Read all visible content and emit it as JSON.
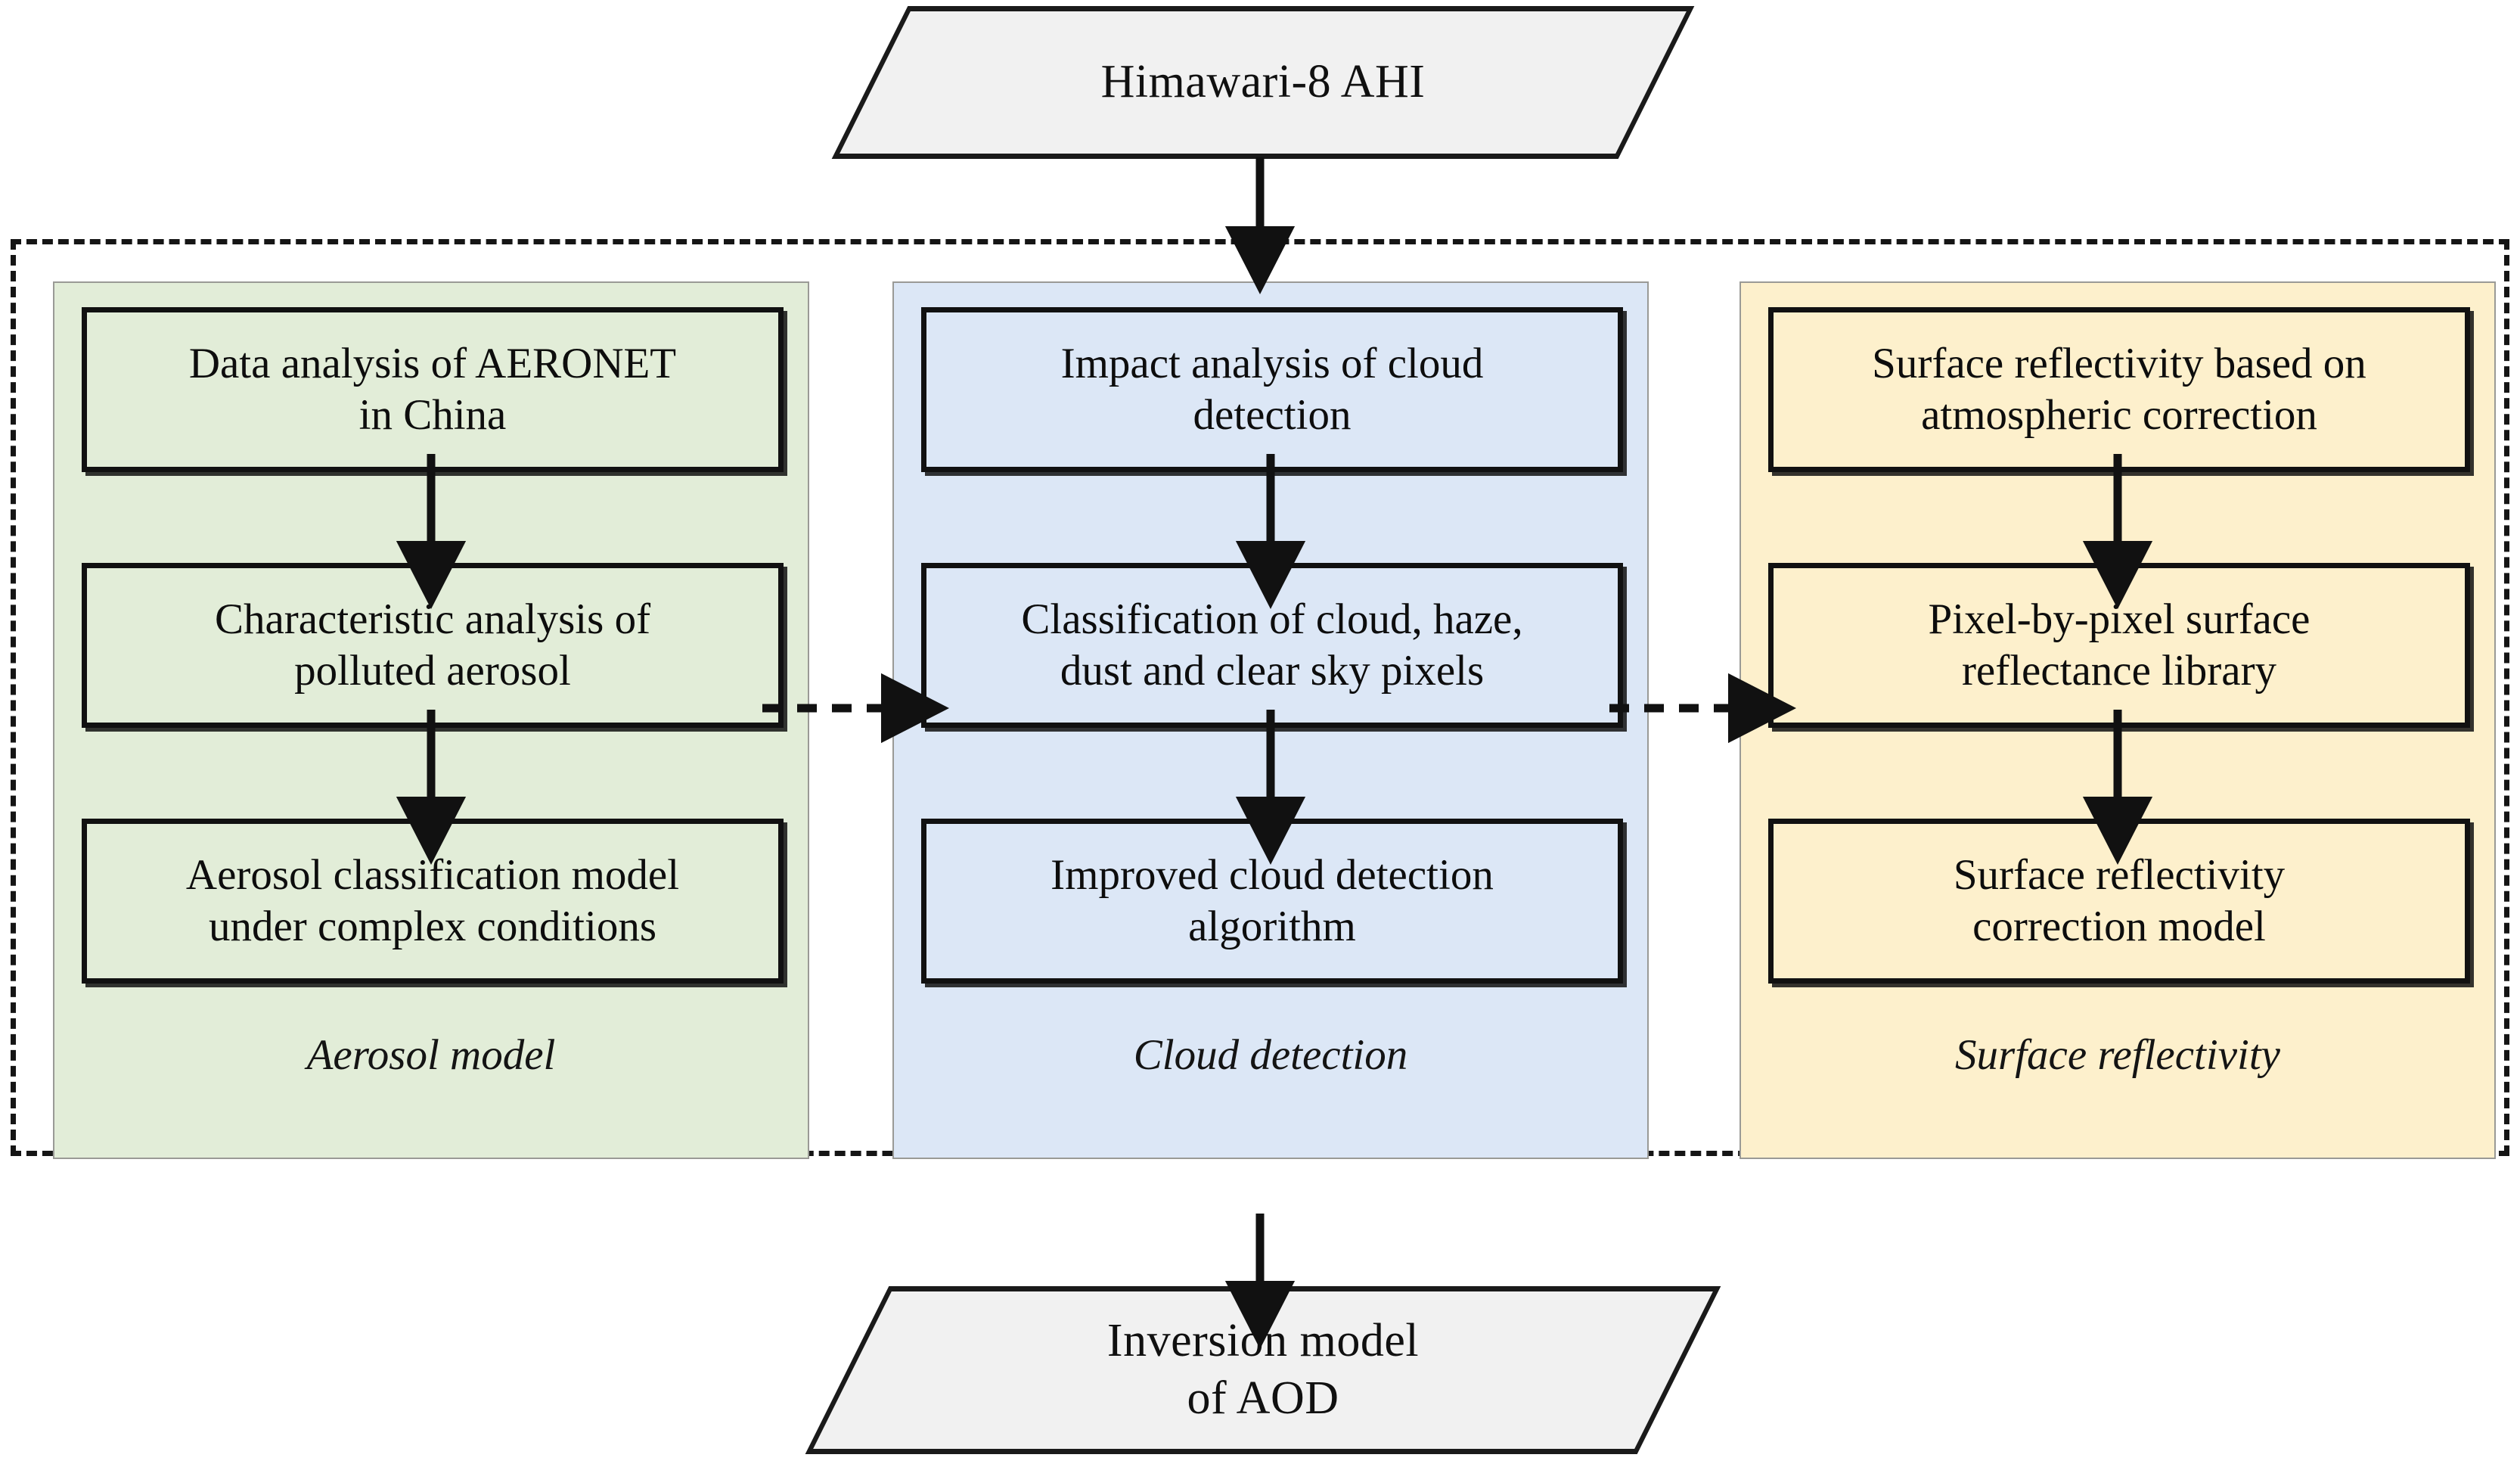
{
  "diagram": {
    "title_note": "Himawari-8 AHI AOD inversion workflow",
    "input_node": {
      "label": "Himawari-8 AHI",
      "shape": "parallelogram"
    },
    "output_node": {
      "label": "Inversion model\nof AOD",
      "shape": "parallelogram"
    },
    "columns": [
      {
        "id": "aerosol-model",
        "caption": "Aerosol model",
        "fill": "#e2edd8",
        "steps": [
          "Data analysis of AERONET\nin China",
          "Characteristic analysis of\npolluted aerosol",
          "Aerosol classification model\nunder complex conditions"
        ]
      },
      {
        "id": "cloud-detection",
        "caption": "Cloud detection",
        "fill": "#dce7f6",
        "steps": [
          "Impact analysis of cloud\ndetection",
          "Classification of cloud, haze,\ndust and clear sky pixels",
          "Improved cloud detection\nalgorithm"
        ]
      },
      {
        "id": "surface-reflectivity",
        "caption": "Surface reflectivity",
        "fill": "#fdf0cc",
        "steps": [
          "Surface reflectivity based on\natmospheric correction",
          "Pixel-by-pixel surface\nreflectance library",
          "Surface reflectivity\ncorrection model"
        ]
      }
    ],
    "connectors": {
      "vertical_solid_arrows": 8,
      "horizontal_dashed_arrows": 2,
      "container_border": "dashed",
      "arrow_color": "#111111",
      "terminator_fill": "#f1f1f1"
    }
  }
}
